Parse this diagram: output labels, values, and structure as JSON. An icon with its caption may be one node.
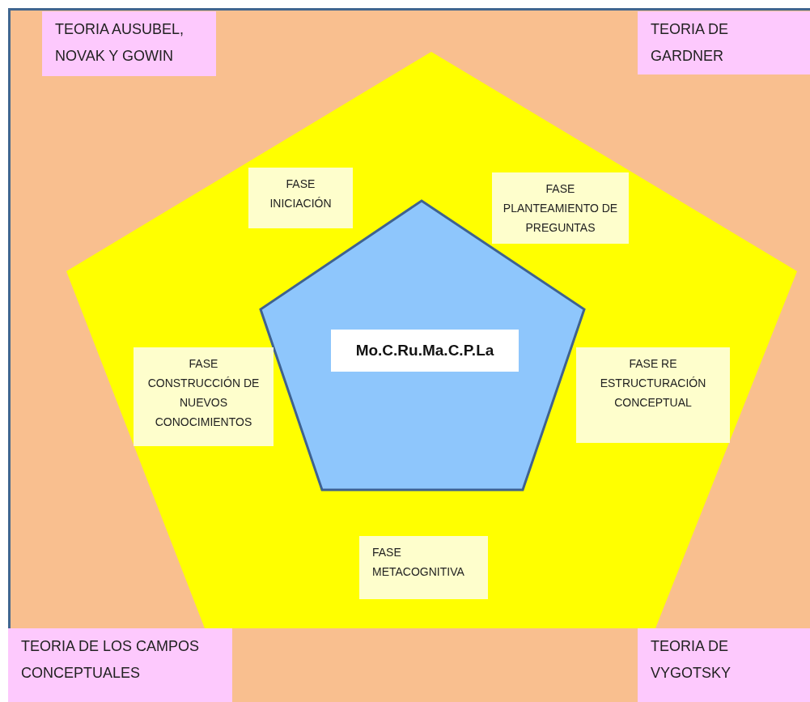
{
  "diagram": {
    "nodes": [
      {
        "text": [
          "TEORIA AUSUBEL, NOVAK Y GOWIN"
        ]
      },
      {
        "text": [
          "TEORIA DE GARDNER"
        ]
      },
      {
        "text": [
          "FASE INICIACIÓN"
        ]
      },
      {
        "text": [
          "FASE PLANTEAMIENTO DE PREGUNTAS"
        ]
      },
      {
        "text": [
          "Mo.C.Ru.Ma.C.P.La"
        ]
      },
      {
        "text": [
          "FASE CONSTRUCCIÓN DE NUEVOS CONOCIMIENTOS"
        ]
      },
      {
        "text": [
          "FASE RE ESTRUCTURACIÓN CONCEPTUAL"
        ]
      },
      {
        "text": [
          "FASE METACOGNITIVA"
        ]
      },
      {
        "text": [
          "TEORIA DE LOS CAMPOS CONCEPTUALES"
        ]
      },
      {
        "text": [
          "TEORIA DE VYGOTSKY"
        ]
      }
    ]
  }
}
